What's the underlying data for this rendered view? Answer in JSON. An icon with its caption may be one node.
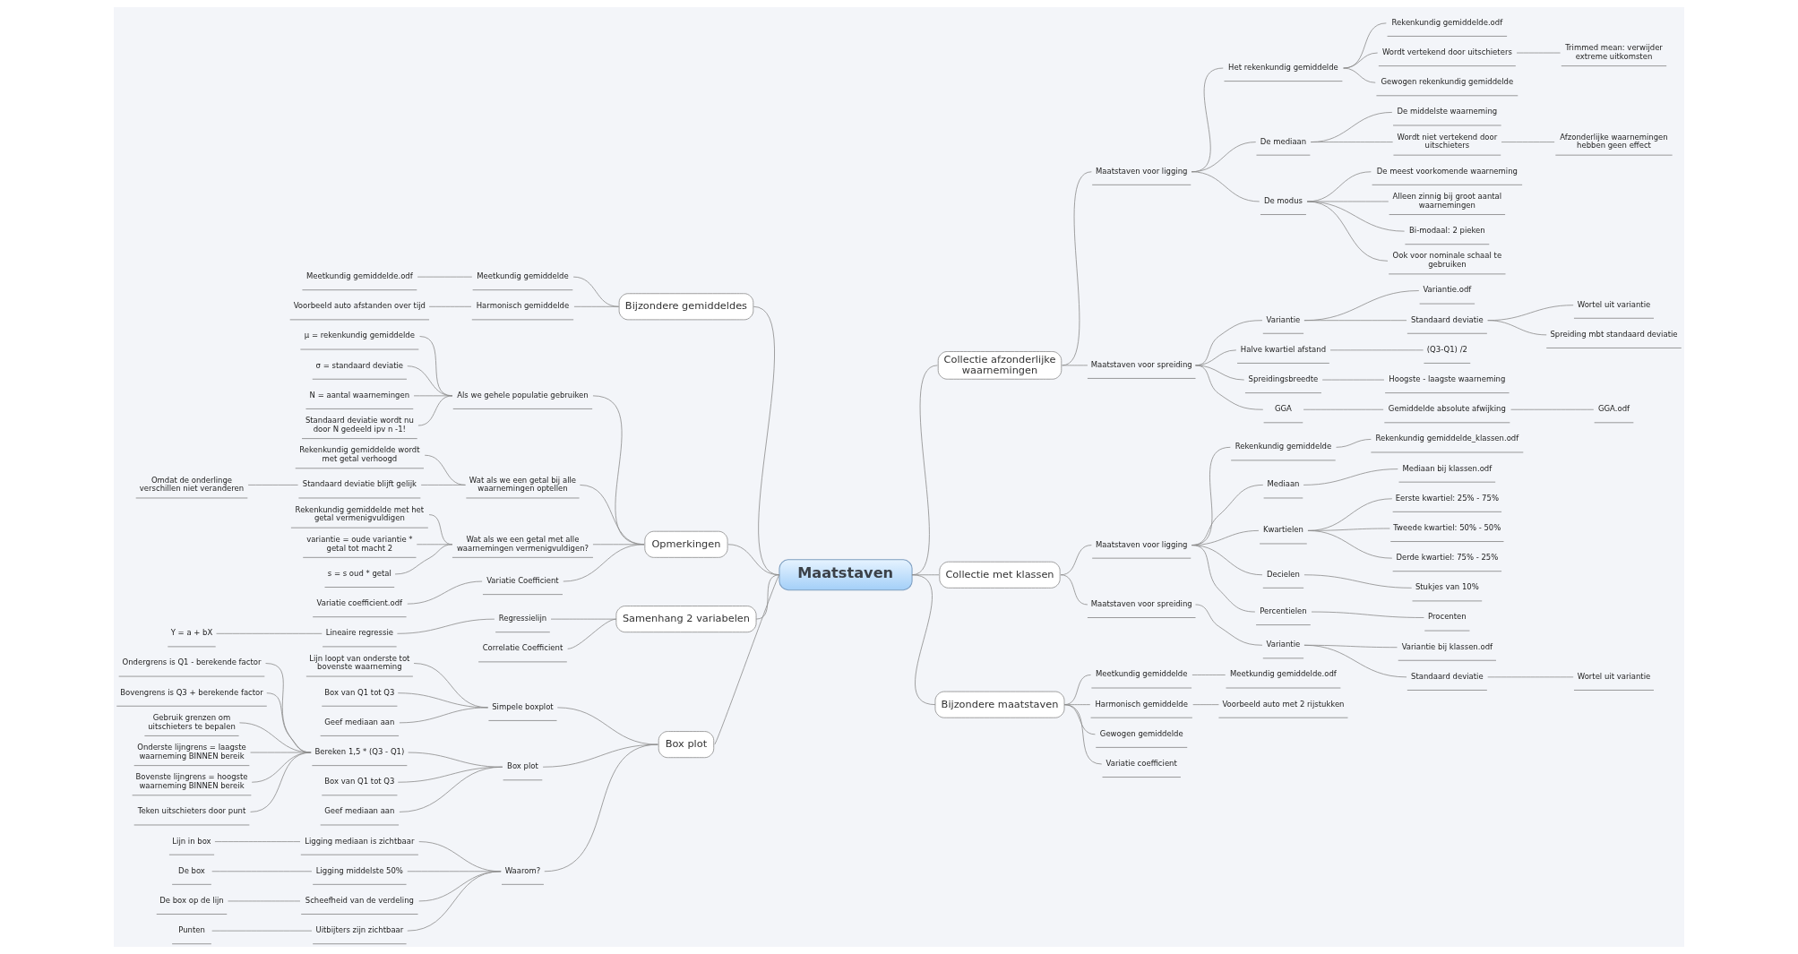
{
  "diagram": {
    "nodes": [
      {
        "text": [
          "Maatstaven"
        ]
      },
      {
        "text": [
          "Collectie afzonderlijke waarnemingen"
        ]
      },
      {
        "text": [
          "Maatstaven voor ligging"
        ]
      },
      {
        "text": [
          "Het rekenkundig gemiddelde"
        ]
      },
      {
        "text": [
          "Rekenkundig gemiddelde.odf"
        ]
      },
      {
        "text": [
          "Wordt vertekend door uitschieters"
        ]
      },
      {
        "text": [
          "Trimmed mean: verwijder extreme uitkomsten"
        ]
      },
      {
        "text": [
          "Gewogen rekenkundig gemiddelde"
        ]
      },
      {
        "text": [
          "De mediaan"
        ]
      },
      {
        "text": [
          "De middelste waarneming"
        ]
      },
      {
        "text": [
          "Wordt niet vertekend door uitschieters"
        ]
      },
      {
        "text": [
          "Afzonderlijke waarnemingen hebben geen effect"
        ]
      },
      {
        "text": [
          "De modus"
        ]
      },
      {
        "text": [
          "De meest voorkomende waarneming"
        ]
      },
      {
        "text": [
          "Alleen zinnig bij groot aantal waarnemingen"
        ]
      },
      {
        "text": [
          "Bi-modaal: 2 pieken"
        ]
      },
      {
        "text": [
          "Ook voor nominale schaal te gebruiken"
        ]
      },
      {
        "text": [
          "Maatstaven voor spreiding"
        ]
      },
      {
        "text": [
          "Variantie"
        ]
      },
      {
        "text": [
          "Variantie.odf"
        ]
      },
      {
        "text": [
          "Standaard deviatie"
        ]
      },
      {
        "text": [
          "Wortel uit variantie"
        ]
      },
      {
        "text": [
          "Spreiding mbt standaard deviatie"
        ]
      },
      {
        "text": [
          "Halve kwartiel afstand"
        ]
      },
      {
        "text": [
          "(Q3-Q1) /2"
        ]
      },
      {
        "text": [
          "Spreidingsbreedte"
        ]
      },
      {
        "text": [
          "Hoogste - laagste waarneming"
        ]
      },
      {
        "text": [
          "GGA"
        ]
      },
      {
        "text": [
          "Gemiddelde absolute afwijking"
        ]
      },
      {
        "text": [
          "GGA.odf"
        ]
      },
      {
        "text": [
          "Collectie met klassen"
        ]
      },
      {
        "text": [
          "Maatstaven voor ligging"
        ]
      },
      {
        "text": [
          "Rekenkundig gemiddelde"
        ]
      },
      {
        "text": [
          "Rekenkundig gemiddelde_klassen.odf"
        ]
      },
      {
        "text": [
          "Mediaan"
        ]
      },
      {
        "text": [
          "Mediaan bij klassen.odf"
        ]
      },
      {
        "text": [
          "Kwartielen"
        ]
      },
      {
        "text": [
          "Eerste kwartiel: 25% - 75%"
        ]
      },
      {
        "text": [
          "Tweede kwartiel: 50% - 50%"
        ]
      },
      {
        "text": [
          "Derde kwartiel: 75% - 25%"
        ]
      },
      {
        "text": [
          "Decielen"
        ]
      },
      {
        "text": [
          "Stukjes van 10%"
        ]
      },
      {
        "text": [
          "Percentielen"
        ]
      },
      {
        "text": [
          "Procenten"
        ]
      },
      {
        "text": [
          "Maatstaven voor spreiding"
        ]
      },
      {
        "text": [
          "Variantie"
        ]
      },
      {
        "text": [
          "Variantie bij klassen.odf"
        ]
      },
      {
        "text": [
          "Standaard deviatie"
        ]
      },
      {
        "text": [
          "Wortel uit variantie"
        ]
      },
      {
        "text": [
          "Bijzondere maatstaven"
        ]
      },
      {
        "text": [
          "Meetkundig gemiddelde"
        ]
      },
      {
        "text": [
          "Meetkundig gemiddelde.odf"
        ]
      },
      {
        "text": [
          "Harmonisch gemiddelde"
        ]
      },
      {
        "text": [
          "Voorbeeld auto met 2 rijstukken"
        ]
      },
      {
        "text": [
          "Gewogen gemiddelde"
        ]
      },
      {
        "text": [
          "Variatie coefficient"
        ]
      },
      {
        "text": [
          "Bijzondere gemiddeldes"
        ]
      },
      {
        "text": [
          "Meetkundig gemiddelde"
        ]
      },
      {
        "text": [
          "Meetkundig gemiddelde.odf"
        ]
      },
      {
        "text": [
          "Harmonisch gemiddelde"
        ]
      },
      {
        "text": [
          "Voorbeeld auto afstanden over tijd"
        ]
      },
      {
        "text": [
          "Opmerkingen"
        ]
      },
      {
        "text": [
          "Als we gehele populatie gebruiken"
        ]
      },
      {
        "text": [
          "μ = rekenkundig gemiddelde"
        ]
      },
      {
        "text": [
          "σ = standaard deviatie"
        ]
      },
      {
        "text": [
          "N = aantal waarnemingen"
        ]
      },
      {
        "text": [
          "Standaard deviatie wordt nu door N gedeeld ipv n -1!"
        ]
      },
      {
        "text": [
          "Wat als we een getal bij alle waarnemingen optellen"
        ]
      },
      {
        "text": [
          "Rekenkundig gemiddelde wordt met getal verhoogd"
        ]
      },
      {
        "text": [
          "Standaard deviatie blijft gelijk"
        ]
      },
      {
        "text": [
          "Omdat de onderlinge verschillen niet veranderen"
        ]
      },
      {
        "text": [
          "Wat als we een getal met alle waarnemingen vermenigvuldigen?"
        ]
      },
      {
        "text": [
          "Rekenkundig gemiddelde met het getal vermenigvuldigen"
        ]
      },
      {
        "text": [
          "variantie = oude variantie * getal tot macht 2"
        ]
      },
      {
        "text": [
          "s = s oud * getal"
        ]
      },
      {
        "text": [
          "Variatie Coefficient"
        ]
      },
      {
        "text": [
          "Variatie coefficient.odf"
        ]
      },
      {
        "text": [
          "Samenhang 2 variabelen"
        ]
      },
      {
        "text": [
          "Regressielijn"
        ]
      },
      {
        "text": [
          "Lineaire regressie"
        ]
      },
      {
        "text": [
          "Y = a + bX"
        ]
      },
      {
        "text": [
          "Correlatie Coefficient"
        ]
      },
      {
        "text": [
          "Box plot"
        ]
      },
      {
        "text": [
          "Simpele boxplot"
        ]
      },
      {
        "text": [
          "Lijn loopt van onderste tot bovenste waarneming"
        ]
      },
      {
        "text": [
          "Box van Q1 tot Q3"
        ]
      },
      {
        "text": [
          "Geef mediaan aan"
        ]
      },
      {
        "text": [
          "Box plot"
        ]
      },
      {
        "text": [
          "Bereken 1,5 * (Q3 - Q1)"
        ]
      },
      {
        "text": [
          "Ondergrens is Q1 - berekende factor"
        ]
      },
      {
        "text": [
          "Bovengrens is Q3 + berekende factor"
        ]
      },
      {
        "text": [
          "Gebruik grenzen om uitschieters te bepalen"
        ]
      },
      {
        "text": [
          "Onderste lijngrens = laagste waarneming BINNEN bereik"
        ]
      },
      {
        "text": [
          "Bovenste lijngrens = hoogste waarneming BINNEN bereik"
        ]
      },
      {
        "text": [
          "Teken uitschieters door punt"
        ]
      },
      {
        "text": [
          "Box van Q1 tot Q3"
        ]
      },
      {
        "text": [
          "Geef mediaan aan"
        ]
      },
      {
        "text": [
          "Waarom?"
        ]
      },
      {
        "text": [
          "Ligging mediaan is zichtbaar"
        ]
      },
      {
        "text": [
          "Lijn in box"
        ]
      },
      {
        "text": [
          "Ligging middelste 50%"
        ]
      },
      {
        "text": [
          "De box"
        ]
      },
      {
        "text": [
          "Scheefheid van de verdeling"
        ]
      },
      {
        "text": [
          "De box op de lijn"
        ]
      },
      {
        "text": [
          "Uitbijters zijn zichtbaar"
        ]
      },
      {
        "text": [
          "Punten"
        ]
      }
    ],
    "edges": [
      {
        "from": 0,
        "to": 1,
        "arrow": "none"
      },
      {
        "from": 1,
        "to": 2,
        "arrow": "none"
      },
      {
        "from": 2,
        "to": 3,
        "arrow": "none"
      },
      {
        "from": 3,
        "to": 4,
        "arrow": "none"
      },
      {
        "from": 3,
        "to": 5,
        "arrow": "none"
      },
      {
        "from": 5,
        "to": 6,
        "arrow": "none"
      },
      {
        "from": 3,
        "to": 7,
        "arrow": "none"
      },
      {
        "from": 2,
        "to": 8,
        "arrow": "none"
      },
      {
        "from": 8,
        "to": 9,
        "arrow": "none"
      },
      {
        "from": 8,
        "to": 10,
        "arrow": "none"
      },
      {
        "from": 10,
        "to": 11,
        "arrow": "none"
      },
      {
        "from": 2,
        "to": 12,
        "arrow": "none"
      },
      {
        "from": 12,
        "to": 13,
        "arrow": "none"
      },
      {
        "from": 12,
        "to": 14,
        "arrow": "none"
      },
      {
        "from": 12,
        "to": 15,
        "arrow": "none"
      },
      {
        "from": 12,
        "to": 16,
        "arrow": "none"
      },
      {
        "from": 1,
        "to": 17,
        "arrow": "none"
      },
      {
        "from": 17,
        "to": 18,
        "arrow": "none"
      },
      {
        "from": 18,
        "to": 19,
        "arrow": "none"
      },
      {
        "from": 18,
        "to": 20,
        "arrow": "none"
      },
      {
        "from": 20,
        "to": 21,
        "arrow": "none"
      },
      {
        "from": 20,
        "to": 22,
        "arrow": "none"
      },
      {
        "from": 17,
        "to": 23,
        "arrow": "none"
      },
      {
        "from": 23,
        "to": 24,
        "arrow": "none"
      },
      {
        "from": 17,
        "to": 25,
        "arrow": "none"
      },
      {
        "from": 25,
        "to": 26,
        "arrow": "none"
      },
      {
        "from": 17,
        "to": 27,
        "arrow": "none"
      },
      {
        "from": 27,
        "to": 28,
        "arrow": "none"
      },
      {
        "from": 28,
        "to": 29,
        "arrow": "none"
      },
      {
        "from": 0,
        "to": 30,
        "arrow": "none"
      },
      {
        "from": 30,
        "to": 31,
        "arrow": "none"
      },
      {
        "from": 31,
        "to": 32,
        "arrow": "none"
      },
      {
        "from": 32,
        "to": 33,
        "arrow": "none"
      },
      {
        "from": 31,
        "to": 34,
        "arrow": "none"
      },
      {
        "from": 34,
        "to": 35,
        "arrow": "none"
      },
      {
        "from": 31,
        "to": 36,
        "arrow": "none"
      },
      {
        "from": 36,
        "to": 37,
        "arrow": "none"
      },
      {
        "from": 36,
        "to": 38,
        "arrow": "none"
      },
      {
        "from": 36,
        "to": 39,
        "arrow": "none"
      },
      {
        "from": 31,
        "to": 40,
        "arrow": "none"
      },
      {
        "from": 40,
        "to": 41,
        "arrow": "none"
      },
      {
        "from": 31,
        "to": 42,
        "arrow": "none"
      },
      {
        "from": 42,
        "to": 43,
        "arrow": "none"
      },
      {
        "from": 30,
        "to": 44,
        "arrow": "none"
      },
      {
        "from": 44,
        "to": 45,
        "arrow": "none"
      },
      {
        "from": 45,
        "to": 46,
        "arrow": "none"
      },
      {
        "from": 45,
        "to": 47,
        "arrow": "none"
      },
      {
        "from": 47,
        "to": 48,
        "arrow": "none"
      },
      {
        "from": 0,
        "to": 49,
        "arrow": "none"
      },
      {
        "from": 49,
        "to": 50,
        "arrow": "none"
      },
      {
        "from": 50,
        "to": 51,
        "arrow": "none"
      },
      {
        "from": 49,
        "to": 52,
        "arrow": "none"
      },
      {
        "from": 52,
        "to": 53,
        "arrow": "none"
      },
      {
        "from": 49,
        "to": 54,
        "arrow": "none"
      },
      {
        "from": 49,
        "to": 55,
        "arrow": "none"
      },
      {
        "from": 56,
        "to": 0,
        "arrow": "none"
      },
      {
        "from": 57,
        "to": 56,
        "arrow": "none"
      },
      {
        "from": 58,
        "to": 57,
        "arrow": "none"
      },
      {
        "from": 59,
        "to": 56,
        "arrow": "none"
      },
      {
        "from": 60,
        "to": 59,
        "arrow": "none"
      },
      {
        "from": 61,
        "to": 0,
        "arrow": "none"
      },
      {
        "from": 62,
        "to": 61,
        "arrow": "none"
      },
      {
        "from": 63,
        "to": 62,
        "arrow": "none"
      },
      {
        "from": 64,
        "to": 62,
        "arrow": "none"
      },
      {
        "from": 65,
        "to": 62,
        "arrow": "none"
      },
      {
        "from": 66,
        "to": 62,
        "arrow": "none"
      },
      {
        "from": 67,
        "to": 61,
        "arrow": "none"
      },
      {
        "from": 68,
        "to": 67,
        "arrow": "none"
      },
      {
        "from": 69,
        "to": 67,
        "arrow": "none"
      },
      {
        "from": 70,
        "to": 69,
        "arrow": "none"
      },
      {
        "from": 71,
        "to": 61,
        "arrow": "none"
      },
      {
        "from": 72,
        "to": 71,
        "arrow": "none"
      },
      {
        "from": 73,
        "to": 71,
        "arrow": "none"
      },
      {
        "from": 74,
        "to": 71,
        "arrow": "none"
      },
      {
        "from": 75,
        "to": 61,
        "arrow": "none"
      },
      {
        "from": 76,
        "to": 75,
        "arrow": "none"
      },
      {
        "from": 77,
        "to": 0,
        "arrow": "none"
      },
      {
        "from": 78,
        "to": 77,
        "arrow": "none"
      },
      {
        "from": 79,
        "to": 78,
        "arrow": "none"
      },
      {
        "from": 80,
        "to": 79,
        "arrow": "none"
      },
      {
        "from": 81,
        "to": 77,
        "arrow": "none"
      },
      {
        "from": 82,
        "to": 0,
        "arrow": "none"
      },
      {
        "from": 83,
        "to": 82,
        "arrow": "none"
      },
      {
        "from": 84,
        "to": 83,
        "arrow": "none"
      },
      {
        "from": 85,
        "to": 83,
        "arrow": "none"
      },
      {
        "from": 86,
        "to": 83,
        "arrow": "none"
      },
      {
        "from": 87,
        "to": 82,
        "arrow": "none"
      },
      {
        "from": 88,
        "to": 87,
        "arrow": "none"
      },
      {
        "from": 89,
        "to": 88,
        "arrow": "none"
      },
      {
        "from": 90,
        "to": 88,
        "arrow": "none"
      },
      {
        "from": 91,
        "to": 88,
        "arrow": "none"
      },
      {
        "from": 92,
        "to": 88,
        "arrow": "none"
      },
      {
        "from": 93,
        "to": 88,
        "arrow": "none"
      },
      {
        "from": 94,
        "to": 88,
        "arrow": "none"
      },
      {
        "from": 95,
        "to": 87,
        "arrow": "none"
      },
      {
        "from": 96,
        "to": 87,
        "arrow": "none"
      },
      {
        "from": 97,
        "to": 82,
        "arrow": "none"
      },
      {
        "from": 98,
        "to": 97,
        "arrow": "none"
      },
      {
        "from": 99,
        "to": 98,
        "arrow": "none"
      },
      {
        "from": 100,
        "to": 97,
        "arrow": "none"
      },
      {
        "from": 101,
        "to": 100,
        "arrow": "none"
      },
      {
        "from": 102,
        "to": 97,
        "arrow": "none"
      },
      {
        "from": 103,
        "to": 102,
        "arrow": "none"
      },
      {
        "from": 104,
        "to": 97,
        "arrow": "none"
      },
      {
        "from": 105,
        "to": 104,
        "arrow": "none"
      }
    ]
  }
}
